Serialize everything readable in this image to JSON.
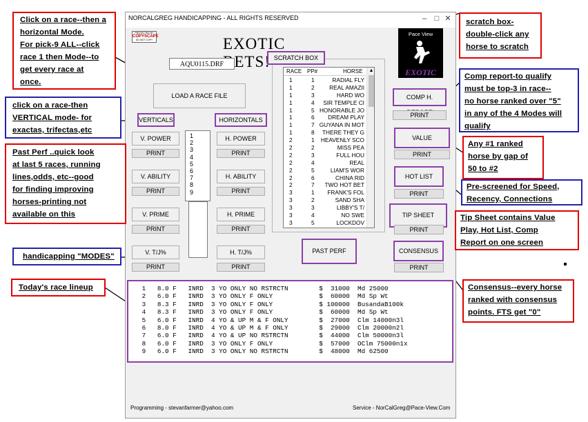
{
  "window": {
    "title": "NORCALGREG HANDICAPPING - ALL RIGHTS RESERVED",
    "heading": "EXOTIC  BETS!",
    "copyscape": [
      "PROTECTED BY",
      "COPYSCAPE",
      "DO NOT COPY"
    ],
    "logo": {
      "top": "Pace View",
      "bottom": "EXOTIC"
    },
    "filename": "AQU0115.DRF",
    "load_button": "LOAD A RACE FILE",
    "verticals_label": "VERTICALS",
    "horizontals_label": "HORIZONTALS",
    "race_numbers": [
      "1",
      "2",
      "3",
      "4",
      "5",
      "6",
      "7",
      "8",
      "9"
    ],
    "vertical_modes": [
      {
        "label": "V. POWER",
        "print": "PRINT"
      },
      {
        "label": "V. ABILITY",
        "print": "PRINT"
      },
      {
        "label": "V. PRIME",
        "print": "PRINT"
      },
      {
        "label": "V. T/J%",
        "print": "PRINT"
      }
    ],
    "horizontal_modes": [
      {
        "label": "H. POWER",
        "print": "PRINT"
      },
      {
        "label": "H. ABILITY",
        "print": "PRINT"
      },
      {
        "label": "H. PRIME",
        "print": "PRINT"
      },
      {
        "label": "H. T/J%",
        "print": "PRINT"
      }
    ],
    "past_perf_button": "PAST PERF",
    "scratch_box": {
      "title": "SCRATCH BOX",
      "headers": [
        "RACE",
        "PP#",
        "HORSE"
      ],
      "rows": [
        [
          "1",
          "1",
          "RADIAL FLY"
        ],
        [
          "1",
          "2",
          "REAL AMAZII"
        ],
        [
          "1",
          "3",
          "HARD WO"
        ],
        [
          "1",
          "4",
          "SIR TEMPLE CI"
        ],
        [
          "1",
          "5",
          "HONORABLE JO"
        ],
        [
          "1",
          "6",
          "DREAM PLAY"
        ],
        [
          "1",
          "7",
          "GUYANA IN MOT"
        ],
        [
          "1",
          "8",
          "THERE THEY G"
        ],
        [
          "2",
          "1",
          "HEAVENLY SCO"
        ],
        [
          "2",
          "2",
          "MISS PEA"
        ],
        [
          "2",
          "3",
          "FULL HOU"
        ],
        [
          "2",
          "4",
          "REAL"
        ],
        [
          "2",
          "5",
          "LIAM'S WOR"
        ],
        [
          "2",
          "6",
          "CHINA RID"
        ],
        [
          "2",
          "7",
          "TWO HOT BET"
        ],
        [
          "3",
          "1",
          "FRANK'S FOL"
        ],
        [
          "3",
          "2",
          "SAND SHA"
        ],
        [
          "3",
          "3",
          "LIBBY'S T/"
        ],
        [
          "3",
          "4",
          "NO SWE"
        ],
        [
          "3",
          "5",
          "LOCKDOV"
        ]
      ]
    },
    "right_buttons": [
      {
        "label": "COMP H. REPORT",
        "print": "PRINT"
      },
      {
        "label": "VALUE",
        "print": "PRINT"
      },
      {
        "label": "HOT LIST",
        "print": "PRINT"
      },
      {
        "label": "TIP SHEET",
        "print": "PRINT"
      },
      {
        "label": "CONSENSUS",
        "print": "PRINT"
      }
    ],
    "race_lineup": [
      " 1   8.0 F   INRD  3 YO ONLY NO RSTRCTN        $  31000  Md 25000",
      " 2   6.0 F   INRD  3 YO ONLY F ONLY            $  60000  Md Sp Wt",
      " 3   8.3 F   INRD  3 YO ONLY F ONLY            $ 100000  BusandaB100k",
      " 4   8.3 F   INRD  3 YO ONLY F ONLY            $  60000  Md Sp Wt",
      " 5   6.0 F   INRD  4 YO & UP M & F ONLY        $  27000  Clm 14000n3l",
      " 6   8.0 F   INRD  4 YO & UP M & F ONLY        $  29000  Clm 20000n2l",
      " 7   6.0 F   INRD  4 YO & UP NO RSTRCTN        $  44000  Clm 50000n3l",
      " 8   6.0 F   INRD  3 YO ONLY F ONLY            $  57000  OClm 75000n1x",
      " 9   6.0 F   INRD  3 YO ONLY NO RSTRCTN        $  48000  Md 62500"
    ],
    "footer_left": "Programming - stevanfarmer@yahoo.com",
    "footer_right": "Service - NorCalGreg@Pace-View.Com"
  },
  "callouts": {
    "race_then_horizontal": [
      "Click on a race--then a",
      "horizontal Mode.",
      "For pick-9 ALL--click",
      "race 1 then Mode--to",
      "get every race at",
      "once."
    ],
    "race_then_vertical": [
      "click on a race-then",
      "VERTICAL mode- for",
      "exactas, trifectas,etc"
    ],
    "past_perf": [
      "Past Perf ..quick look",
      "at last 5 races, running",
      "lines,odds, etc--good",
      "for finding improving",
      "horses-printing not",
      "available on this"
    ],
    "modes": [
      "handicapping \"MODES\""
    ],
    "lineup": [
      "Today's race lineup"
    ],
    "scratch": [
      "scratch box-",
      "double-click any",
      "horse to scratch"
    ],
    "comp_report": [
      "Comp report-to qualify",
      "must be top-3 in race--",
      "no horse ranked over \"5\"",
      "in any of the 4 Modes will",
      "qualify"
    ],
    "value": [
      "Any #1 ranked",
      "horse by gap of",
      "50 to #2"
    ],
    "hot_list": [
      " Pre-screened for Speed,",
      "Recency, Connections"
    ],
    "tip_sheet": [
      "Tip Sheet contains Value",
      "Play, Hot List, Comp",
      "Report on one screen"
    ],
    "consensus": [
      "Consensus--every horse",
      "ranked with consensus",
      "points. FTS get \"0\""
    ]
  },
  "colors": {
    "callout_red": "#e00000",
    "callout_blue": "#2222aa",
    "highlight_purple": "#8b3fa8"
  }
}
